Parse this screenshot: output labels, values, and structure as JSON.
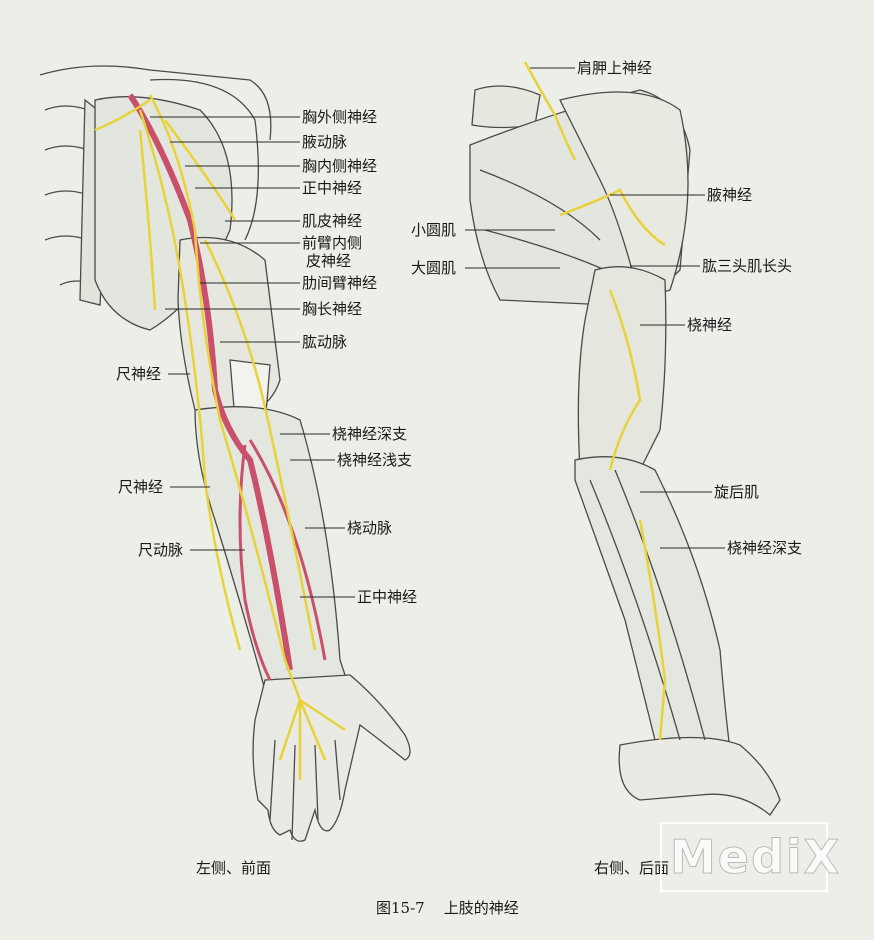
{
  "left_labels": {
    "lateral_pectoral_nerve": "胸外侧神经",
    "axillary_artery": "腋动脉",
    "medial_pectoral_nerve": "胸内侧神经",
    "median_nerve_upper": "正中神经",
    "musculocutaneous_nerve": "肌皮神经",
    "medial_antebrachial_line1": "前臂内侧",
    "medial_antebrachial_line2": "皮神经",
    "intercostobrachial_nerve": "肋间臂神经",
    "long_thoracic_nerve": "胸长神经",
    "brachial_artery": "肱动脉",
    "ulnar_nerve_upper": "尺神经",
    "radial_deep_branch": "桡神经深支",
    "radial_superficial_branch": "桡神经浅支",
    "ulnar_nerve_lower": "尺神经",
    "radial_artery": "桡动脉",
    "ulnar_artery": "尺动脉",
    "median_nerve_lower": "正中神经"
  },
  "right_labels": {
    "suprascapular_nerve": "肩胛上神经",
    "axillary_nerve": "腋神经",
    "teres_minor": "小圆肌",
    "teres_major": "大圆肌",
    "triceps_long_head": "肱三头肌长头",
    "radial_nerve": "桡神经",
    "supinator": "旋后肌",
    "radial_deep_branch": "桡神经深支"
  },
  "captions": {
    "left_view": "左侧、前面",
    "right_view": "右侧、后面",
    "figure_title": "图15-7    上肢的神经"
  },
  "watermark": "MediX",
  "colors": {
    "background": "#ecefe8",
    "nerve": "#e8d23a",
    "artery": "#c9506a",
    "outline": "#4a4a4a"
  }
}
